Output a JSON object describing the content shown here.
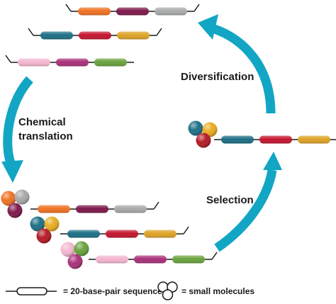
{
  "labels": {
    "diversification": "Diversification",
    "chemical_line1": "Chemical",
    "chemical_line2": "translation",
    "selection": "Selection"
  },
  "legend": {
    "sequence": "= 20-base-pair sequence",
    "molecules": "= small molecules"
  },
  "colors": {
    "arrow": "#12a6c4",
    "orange": "#ef7223",
    "maroon": "#7e1a4c",
    "gray": "#a8aaa9",
    "teal": "#1d6f85",
    "red": "#c4162e",
    "gold": "#dda326",
    "pink": "#f4b6cf",
    "magenta": "#a9317a",
    "green": "#69a23d",
    "ball_yellow": "#e8ac22",
    "ball_red": "#b31a26"
  }
}
